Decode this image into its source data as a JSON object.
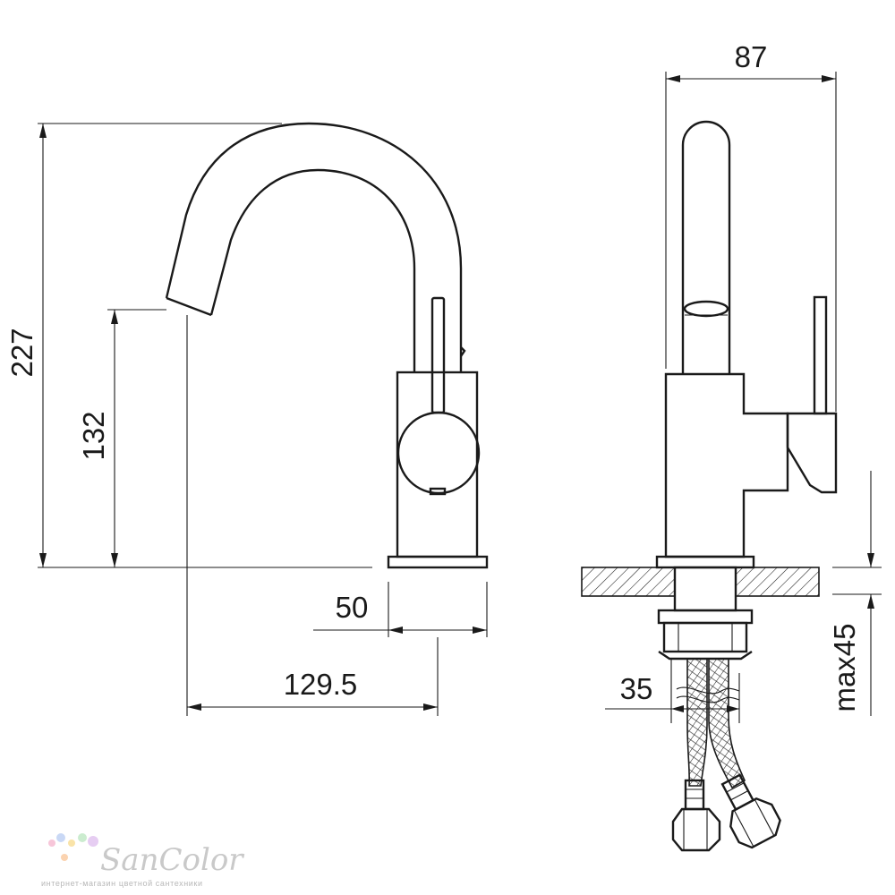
{
  "drawing": {
    "dimensions": {
      "total_height": "227",
      "spout_height": "132",
      "base_width": "50",
      "reach": "129.5",
      "body_width": "87",
      "hole_diameter": "35",
      "max_thickness": "max45"
    },
    "colors": {
      "line": "#1a1a1a",
      "watermark": "#c9c9c9"
    }
  },
  "watermark": {
    "brand": "SanColor",
    "subtitle": "интернет-магазин цветной сантехники",
    "dot_colors": [
      "#f7c6d9",
      "#c9d8f5",
      "#f9e3a8",
      "#cbeccf",
      "#e6cdf2",
      "#fbd3b0"
    ]
  }
}
